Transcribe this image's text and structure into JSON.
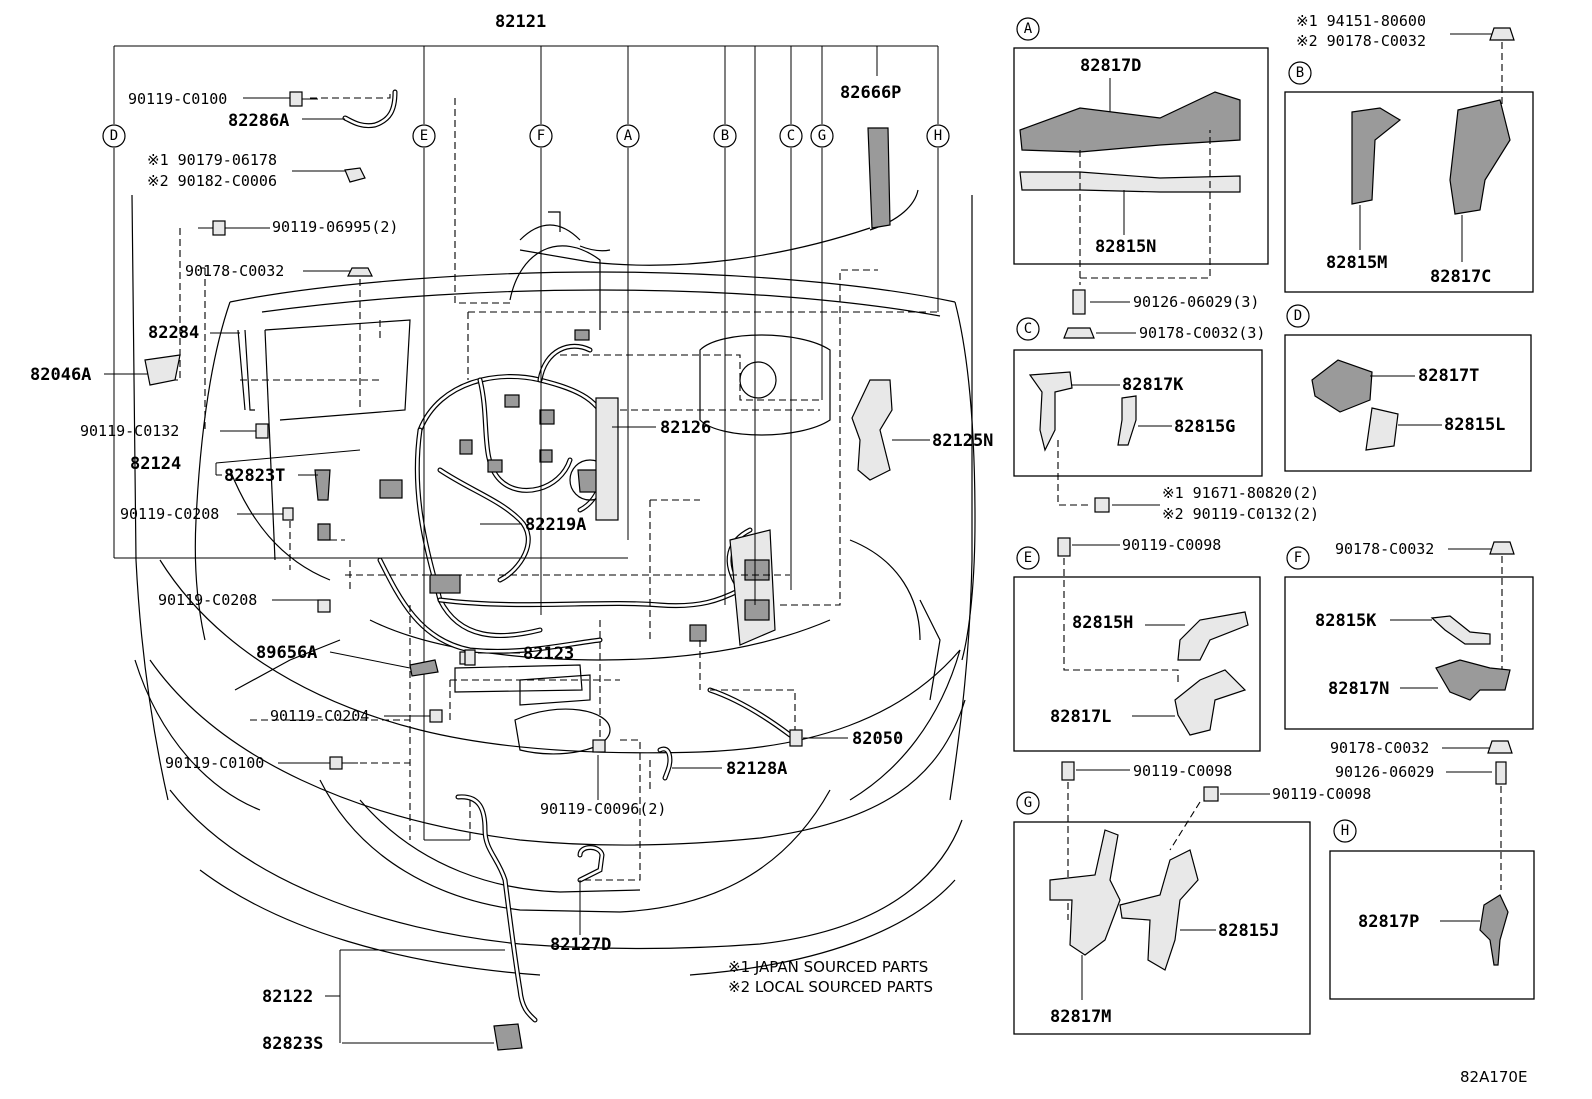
{
  "diagram": {
    "main_part": "82121",
    "callout_letters": [
      "A",
      "B",
      "C",
      "D",
      "E",
      "F",
      "G",
      "H"
    ],
    "left_labels": {
      "p1": "90119-C0100",
      "p2": "82286A",
      "p3a": "※1 90179-06178",
      "p3b": "※2 90182-C0006",
      "p4": "90119-06995(2)",
      "p5": "90178-C0032",
      "p6": "82284",
      "p7": "82046A",
      "p8": "90119-C0132",
      "p9": "82124",
      "p10": "82823T",
      "p11": "90119-C0208",
      "p12": "90119-C0208",
      "p13": "89656A",
      "p14": "90119-C0204",
      "p15": "90119-C0100",
      "p16": "82122",
      "p17": "82823S"
    },
    "center_labels": {
      "c1": "82666P",
      "c2": "82126",
      "c3": "82125N",
      "c4": "82219A",
      "c5": "82123",
      "c6": "82050",
      "c7": "82128A",
      "c8": "90119-C0096(2)",
      "c9": "82127D"
    },
    "notes": {
      "n1": "※1 JAPAN SOURCED PARTS",
      "n2": "※2 LOCAL SOURCED PARTS"
    },
    "detail_A": {
      "letter": "A",
      "top": "82817D",
      "bottom": "82815N",
      "bolt": "90126-06029(3)",
      "nut": "90178-C0032(3)"
    },
    "detail_B": {
      "letter": "B",
      "fast1": "※1 94151-80600",
      "fast2": "※2 90178-C0032",
      "left": "82815M",
      "right": "82817C"
    },
    "detail_C": {
      "letter": "C",
      "top": "82817K",
      "right": "82815G",
      "fast1": "※1 91671-80820(2)",
      "fast2": "※2 90119-C0132(2)"
    },
    "detail_D": {
      "letter": "D",
      "top": "82817T",
      "bottom": "82815L"
    },
    "detail_E": {
      "letter": "E",
      "fast": "90119-C0098",
      "top": "82815H",
      "bottom": "82817L"
    },
    "detail_F": {
      "letter": "F",
      "fast": "90178-C0032",
      "top": "82815K",
      "bottom": "82817N"
    },
    "detail_G": {
      "letter": "G",
      "fast1": "90119-C0098",
      "fast2": "90119-C0098",
      "right": "82815J",
      "bottom": "82817M"
    },
    "detail_H": {
      "letter": "H",
      "fast1": "90178-C0032",
      "fast2": "90126-06029",
      "part": "82817P"
    },
    "drawing_code": "82A170E"
  }
}
